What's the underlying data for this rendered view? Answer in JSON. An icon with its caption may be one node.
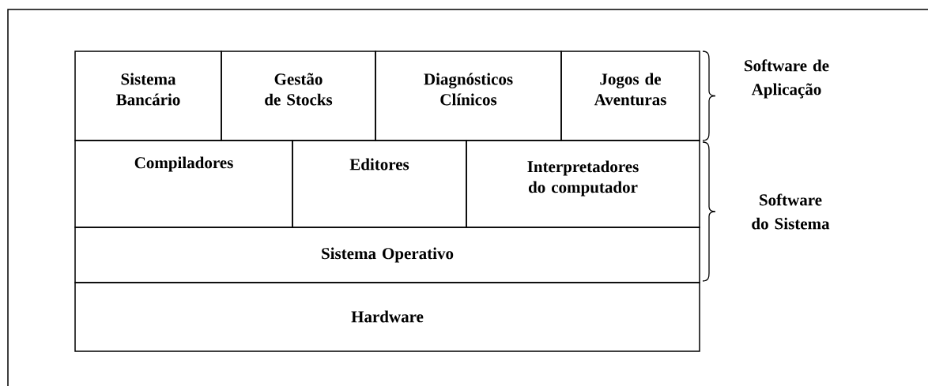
{
  "diagram": {
    "nodes": [
      {
        "text": [
          "Sistema Bancário"
        ]
      },
      {
        "text": [
          "Gestão de Stocks"
        ]
      },
      {
        "text": [
          "Diagnósticos Clínicos"
        ]
      },
      {
        "text": [
          "Jogos de Aventuras"
        ]
      },
      {
        "text": [
          "Compiladores"
        ]
      },
      {
        "text": [
          "Editores"
        ]
      },
      {
        "text": [
          "Interpretadores do computador"
        ]
      },
      {
        "text": [
          "Sistema Operativo"
        ]
      },
      {
        "text": [
          "Hardware"
        ]
      }
    ],
    "labels": [
      "Software de Aplicação",
      "Software do Sistema"
    ]
  }
}
